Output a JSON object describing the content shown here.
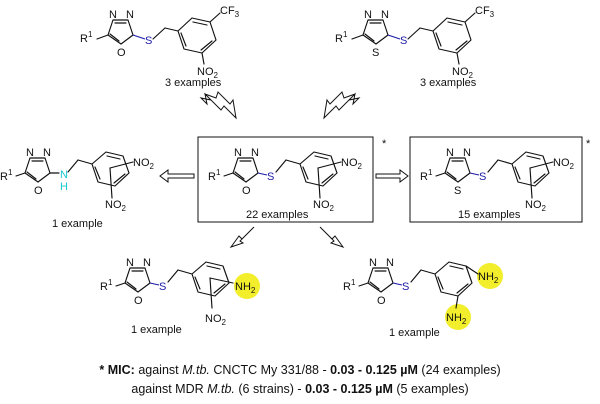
{
  "compounds": {
    "top_left": {
      "r1": "R",
      "r1_sup": "1",
      "x": "O",
      "cf3": "CF",
      "cf3_sub": "3",
      "no2": "NO",
      "no2_sub": "2",
      "caption": "3 examples"
    },
    "top_right": {
      "r1": "R",
      "r1_sup": "1",
      "x": "S",
      "cf3": "CF",
      "cf3_sub": "3",
      "no2": "NO",
      "no2_sub": "2",
      "caption": "3 examples"
    },
    "mid_left": {
      "r1": "R",
      "r1_sup": "1",
      "x": "O",
      "nh": "N",
      "h": "H",
      "no2a": "NO",
      "no2a_sub": "2",
      "no2b": "NO",
      "no2b_sub": "2",
      "caption": "1 example"
    },
    "center": {
      "r1": "R",
      "r1_sup": "1",
      "x": "O",
      "s": "S",
      "no2a": "NO",
      "no2a_sub": "2",
      "no2b": "NO",
      "no2b_sub": "2",
      "caption": "22 examples",
      "star": "*"
    },
    "mid_right": {
      "r1": "R",
      "r1_sup": "1",
      "x": "S",
      "s": "S",
      "no2a": "NO",
      "no2a_sub": "2",
      "no2b": "NO",
      "no2b_sub": "2",
      "caption": "15 examples",
      "star": "*"
    },
    "bottom_left": {
      "r1": "R",
      "r1_sup": "1",
      "x": "O",
      "s": "S",
      "nh2": "NH",
      "nh2_sub": "2",
      "no2": "NO",
      "no2_sub": "2",
      "caption": "1 example"
    },
    "bottom_right": {
      "r1": "R",
      "r1_sup": "1",
      "x": "O",
      "s": "S",
      "nh2a": "NH",
      "nh2a_sub": "2",
      "nh2b": "NH",
      "nh2b_sub": "2",
      "caption": "1 example"
    }
  },
  "ring_n": "N",
  "footnote": {
    "star": "*",
    "mic_label": "MIC:",
    "line1_a": "against",
    "line1_org": "M.tb.",
    "line1_b": "CNCTC My 331/88 -",
    "line1_range": "0.03 - 0.125 µM",
    "line1_c": "(24 examples)",
    "line2_a": "against MDR",
    "line2_org": "M.tb.",
    "line2_b": "(6 strains) -",
    "line2_range": "0.03 - 0.125 µM",
    "line2_c": "(5 examples)"
  },
  "colors": {
    "sulfur": "#1a1aa8",
    "nh_linker": "#19c7d1",
    "highlight": "#f2ee2c"
  }
}
